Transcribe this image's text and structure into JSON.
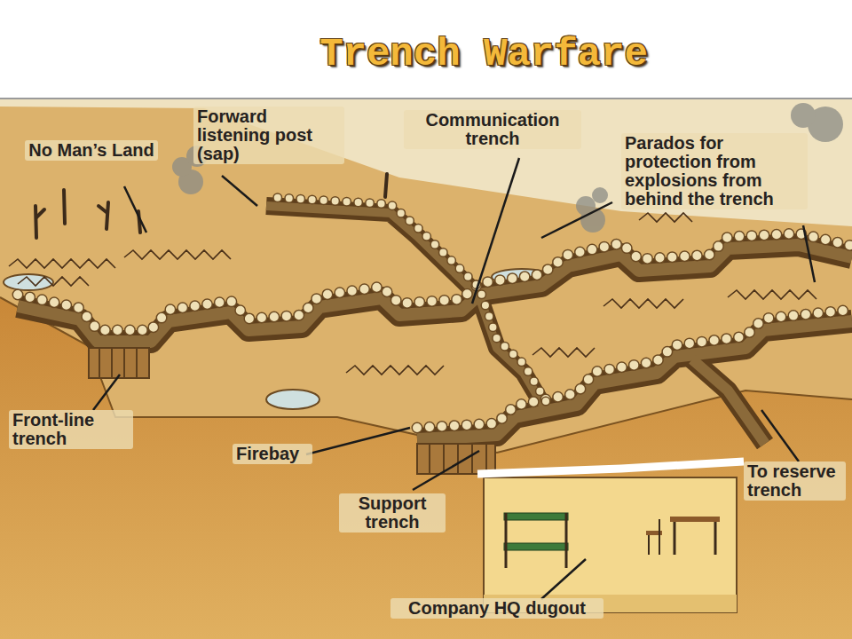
{
  "diagram": {
    "title": "Trench Warfare",
    "labels": [
      "No Man’s Land",
      "Forward listening post (sap)",
      "Communication trench",
      "Parados for protection from explosions from behind the trench",
      "Front-line trench",
      "Firebay",
      "Support trench",
      "To reserve trench",
      "Company HQ dugout"
    ]
  }
}
